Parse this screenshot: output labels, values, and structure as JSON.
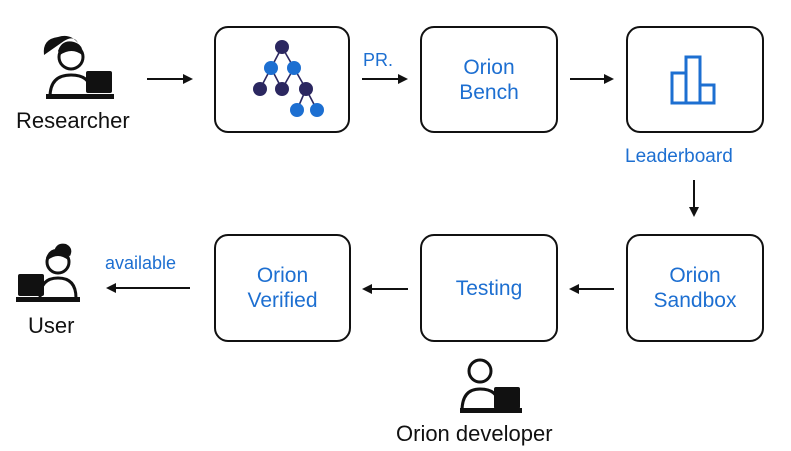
{
  "actors": {
    "researcher": "Researcher",
    "user": "User",
    "developer": "Orion developer"
  },
  "nodes": {
    "tree": {
      "icon": "tree-graph-icon"
    },
    "bench": "Orion\nBench",
    "leaderboard": {
      "icon": "bar-chart-icon",
      "label": "Leaderboard"
    },
    "sandbox": "Orion\nSandbox",
    "testing": "Testing",
    "verified": "Orion\nVerified"
  },
  "edges": {
    "pr": "PR.",
    "available": "available"
  },
  "colors": {
    "accent_blue": "#1d6fd1",
    "dark_navy": "#2b2760",
    "outline": "#111111"
  }
}
